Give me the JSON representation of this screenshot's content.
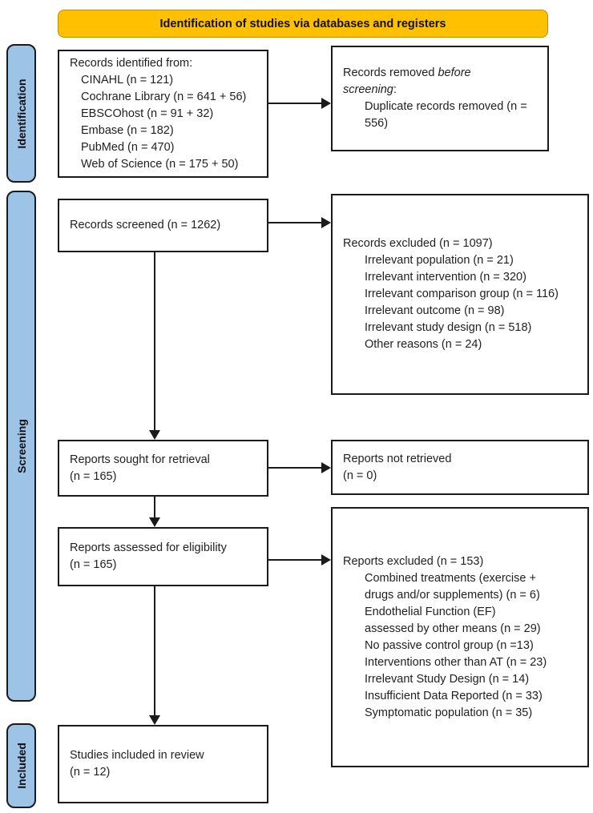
{
  "banner": {
    "label": "Identification of studies via databases and registers"
  },
  "sidebar": [
    {
      "id": "identification",
      "label": "Identification"
    },
    {
      "id": "screening",
      "label": "Screening"
    },
    {
      "id": "included",
      "label": "Included"
    }
  ],
  "colors": {
    "banner_bg": "#FFC000",
    "banner_border": "#BF9000",
    "sidebar_bg": "#9DC3E6",
    "line": "#1a1a1a",
    "text": "#1f1f1f"
  },
  "boxes": {
    "records_identified": {
      "lines": [
        {
          "t": "Records identified from:"
        },
        {
          "t": "CINAHL (n = 121)",
          "ind": 1
        },
        {
          "t": "Cochrane Library (n = 641 + 56)",
          "ind": 1
        },
        {
          "t": "EBSCOhost (n = 91 + 32)",
          "ind": 1
        },
        {
          "t": "Embase (n = 182)",
          "ind": 1
        },
        {
          "t": "PubMed (n = 470)",
          "ind": 1
        },
        {
          "t": "Web of Science (n = 175 + 50)",
          "ind": 1
        }
      ]
    },
    "records_removed": {
      "lines": [
        {
          "seg": [
            {
              "t": "Records removed "
            },
            {
              "t": "before",
              "em": true
            }
          ]
        },
        {
          "seg": [
            {
              "t": "screening",
              "em": true
            },
            {
              "t": ":"
            }
          ]
        },
        {
          "t": "Duplicate records removed (n =",
          "ind": 1
        },
        {
          "t": "556)",
          "ind": 1
        }
      ]
    },
    "records_screened": {
      "lines": [
        {
          "t": "Records screened (n = 1262)"
        }
      ]
    },
    "records_excluded": {
      "lines": [
        {
          "t": "Records excluded (n = 1097)"
        },
        {
          "t": "Irrelevant population (n = 21)",
          "ind": 1
        },
        {
          "t": "Irrelevant intervention (n = 320)",
          "ind": 1
        },
        {
          "t": "Irrelevant comparison group (n = 116)",
          "ind": 1
        },
        {
          "t": "Irrelevant outcome (n = 98)",
          "ind": 1
        },
        {
          "t": "Irrelevant study design (n = 518)",
          "ind": 1
        },
        {
          "t": "Other reasons (n = 24)",
          "ind": 1
        }
      ]
    },
    "reports_sought": {
      "lines": [
        {
          "t": "Reports sought for retrieval"
        },
        {
          "t": "(n = 165)"
        }
      ]
    },
    "reports_not_retrieved": {
      "lines": [
        {
          "t": "Reports not retrieved"
        },
        {
          "t": "(n = 0)"
        }
      ]
    },
    "reports_assessed": {
      "lines": [
        {
          "t": "Reports assessed for eligibility"
        },
        {
          "t": "(n = 165)"
        }
      ]
    },
    "reports_excluded": {
      "lines": [
        {
          "t": "Reports excluded (n = 153)"
        },
        {
          "t": "Combined treatments (exercise +",
          "ind": 1
        },
        {
          "t": "drugs and/or supplements) (n = 6)",
          "ind": 1
        },
        {
          "t": "Endothelial Function (EF)",
          "ind": 1
        },
        {
          "t": "assessed by other means (n = 29)",
          "ind": 1
        },
        {
          "t": "No passive control group (n =13)",
          "ind": 1
        },
        {
          "t": "Interventions other than AT (n = 23)",
          "ind": 1
        },
        {
          "t": "Irrelevant Study Design (n = 14)",
          "ind": 1
        },
        {
          "t": "Insufficient Data Reported (n = 33)",
          "ind": 1
        },
        {
          "t": "Symptomatic population (n = 35)",
          "ind": 1
        }
      ]
    },
    "studies_included": {
      "lines": [
        {
          "t": "Studies included in review"
        },
        {
          "t": "(n = 12)"
        }
      ]
    }
  }
}
